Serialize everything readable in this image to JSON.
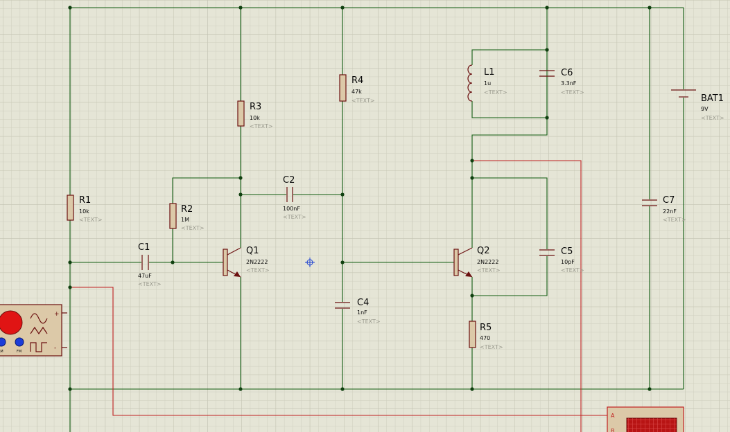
{
  "theme": {
    "background": "#e5e5d6",
    "grid_minor": "#cfcfbf",
    "grid_major": "#c2c2b0",
    "wire": "#0f5a0f",
    "probe_wire": "#c02020",
    "component": "#6b1010",
    "text_placeholder": "#9a9a8e",
    "cursor": "#1a3fd0"
  },
  "components": {
    "r1": {
      "name": "R1",
      "value": "10k",
      "text": "<TEXT>"
    },
    "r2": {
      "name": "R2",
      "value": "1M",
      "text": "<TEXT>"
    },
    "r3": {
      "name": "R3",
      "value": "10k",
      "text": "<TEXT>"
    },
    "r4": {
      "name": "R4",
      "value": "47k",
      "text": "<TEXT>"
    },
    "r5": {
      "name": "R5",
      "value": "470",
      "text": "<TEXT>"
    },
    "c1": {
      "name": "C1",
      "value": "47uF",
      "text": "<TEXT>"
    },
    "c2": {
      "name": "C2",
      "value": "100nF",
      "text": "<TEXT>"
    },
    "c4": {
      "name": "C4",
      "value": "1nF",
      "text": "<TEXT>"
    },
    "c5": {
      "name": "C5",
      "value": "10pF",
      "text": "<TEXT>"
    },
    "c6": {
      "name": "C6",
      "value": "3.3nF",
      "text": "<TEXT>"
    },
    "c7": {
      "name": "C7",
      "value": "22nF",
      "text": "<TEXT>"
    },
    "l1": {
      "name": "L1",
      "value": "1u",
      "text": "<TEXT>"
    },
    "q1": {
      "name": "Q1",
      "value": "2N2222",
      "text": "<TEXT>"
    },
    "q2": {
      "name": "Q2",
      "value": "2N2222",
      "text": "<TEXT>"
    },
    "bat1": {
      "name": "BAT1",
      "value": "9V",
      "text": "<TEXT>"
    }
  },
  "instruments": {
    "signal_generator": {
      "knob_labels": [
        "AM",
        "FM"
      ],
      "icons": [
        "sine-wave-icon",
        "triangle-wave-icon",
        "square-wave-icon"
      ]
    },
    "oscilloscope": {
      "channels": [
        "A",
        "B"
      ]
    }
  }
}
